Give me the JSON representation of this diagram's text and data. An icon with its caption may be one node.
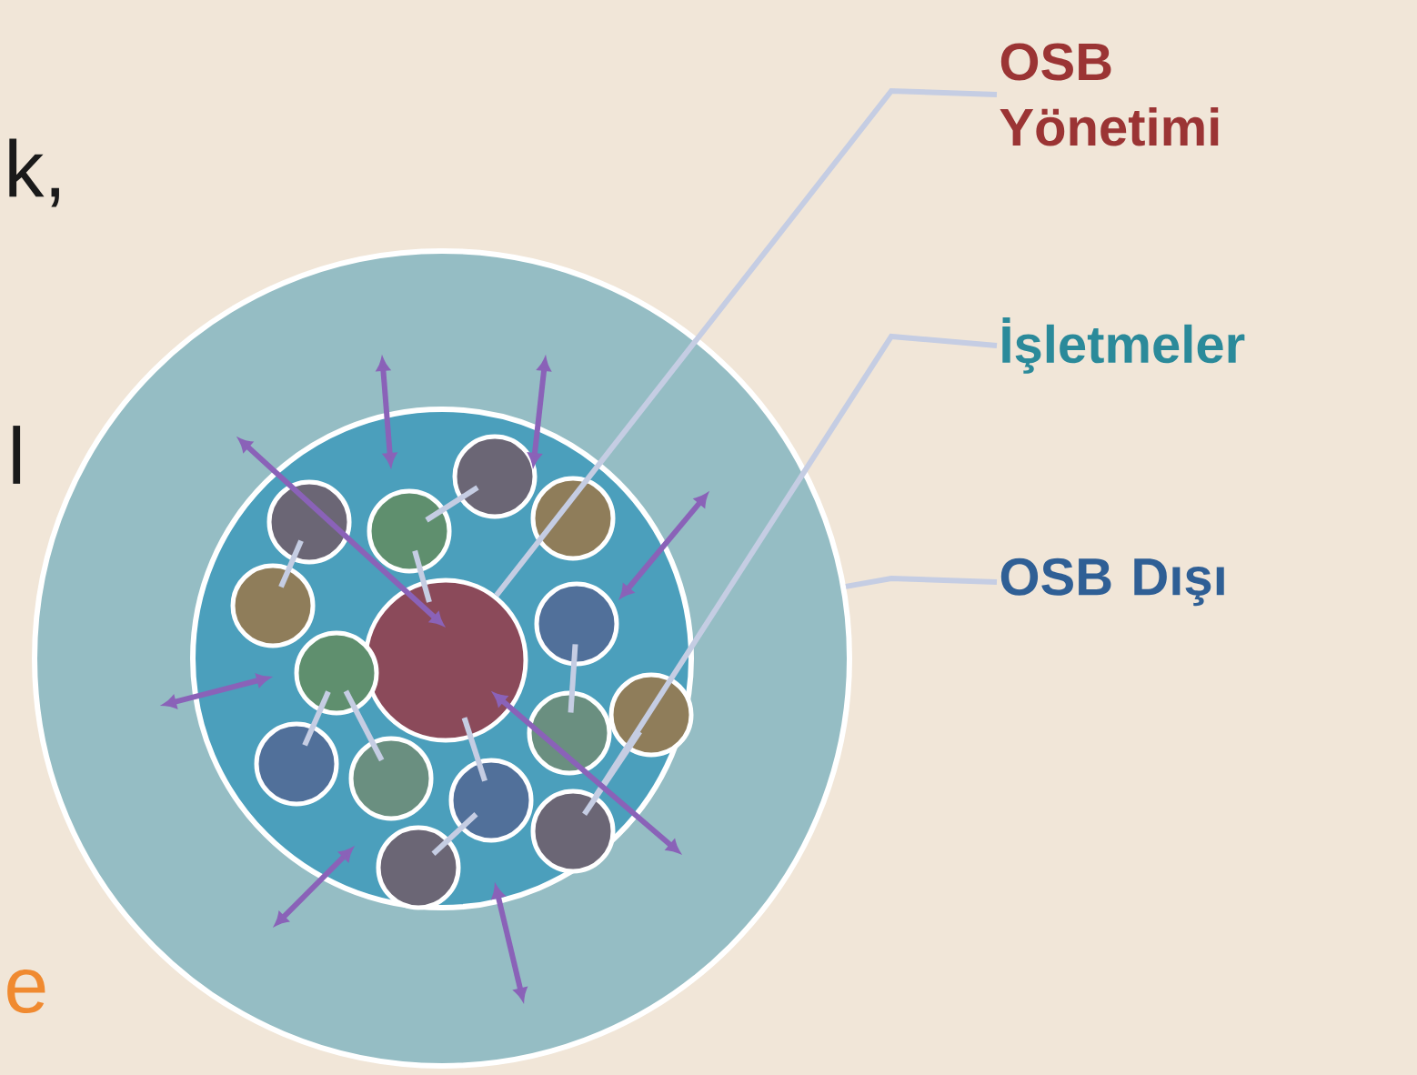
{
  "diagram": {
    "nodes": [
      {
        "text": [],
        "shape": "circle"
      },
      {
        "text": [],
        "shape": "circle",
        "in": 0
      },
      {
        "text": [],
        "shape": "circle",
        "in": 1
      },
      {
        "text": [],
        "shape": "circle",
        "in": 1
      },
      {
        "text": [],
        "shape": "circle",
        "in": 1
      },
      {
        "text": [],
        "shape": "circle",
        "in": 1
      },
      {
        "text": [],
        "shape": "circle",
        "in": 1
      },
      {
        "text": [],
        "shape": "circle",
        "in": 1
      },
      {
        "text": [],
        "shape": "circle",
        "in": 1
      },
      {
        "text": [],
        "shape": "circle",
        "in": 1
      },
      {
        "text": [],
        "shape": "circle",
        "in": 1
      },
      {
        "text": [],
        "shape": "circle",
        "in": 1
      },
      {
        "text": [],
        "shape": "circle",
        "in": 1
      },
      {
        "text": [],
        "shape": "circle",
        "in": 1
      },
      {
        "text": [],
        "shape": "circle",
        "in": 1
      },
      {
        "text": [],
        "shape": "circle",
        "in": 1
      },
      {
        "text": [],
        "shape": "circle",
        "in": 1
      },
      {
        "text": [
          "OSB Yönetimi"
        ]
      },
      {
        "text": [
          "İşletmeler"
        ]
      },
      {
        "text": [
          "OSB Dışı"
        ]
      }
    ],
    "edges": [
      {
        "from": 17,
        "to": 2,
        "arrow": "none"
      },
      {
        "from": 18,
        "to": 15,
        "arrow": "none"
      },
      {
        "from": 19,
        "to": 0,
        "arrow": "none"
      },
      {
        "from": 5,
        "to": 7,
        "arrow": "none"
      },
      {
        "from": 6,
        "to": 3,
        "arrow": "none"
      },
      {
        "from": 6,
        "to": 2,
        "arrow": "none"
      },
      {
        "from": 9,
        "to": 12,
        "arrow": "none"
      },
      {
        "from": 9,
        "to": 13,
        "arrow": "none"
      },
      {
        "from": 8,
        "to": 11,
        "arrow": "none"
      },
      {
        "from": 10,
        "to": 15,
        "arrow": "none"
      },
      {
        "from": 2,
        "to": 14,
        "arrow": "none"
      },
      {
        "from": 14,
        "to": 16,
        "arrow": "none"
      }
    ],
    "labels": [
      "k,",
      "l",
      "e"
    ]
  }
}
